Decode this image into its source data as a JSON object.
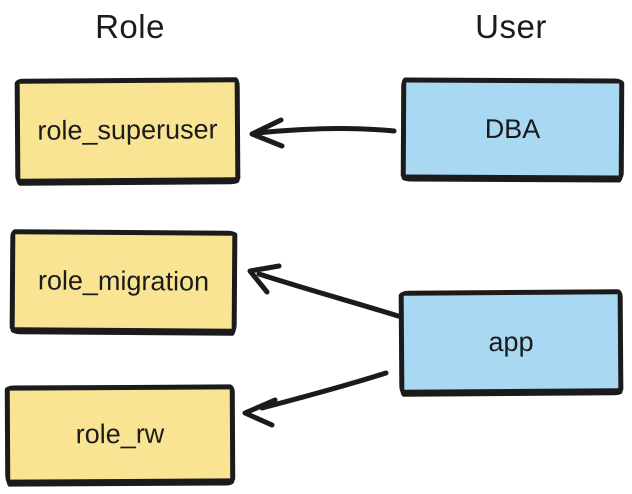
{
  "diagram": {
    "columns": {
      "left_title": "Role",
      "right_title": "User"
    },
    "roles": [
      {
        "label": "role_superuser"
      },
      {
        "label": "role_migration"
      },
      {
        "label": "role_rw"
      }
    ],
    "users": [
      {
        "label": "DBA"
      },
      {
        "label": "app"
      }
    ],
    "edges": [
      {
        "from": "DBA",
        "to": "role_superuser"
      },
      {
        "from": "app",
        "to": "role_migration"
      },
      {
        "from": "app",
        "to": "role_rw"
      }
    ],
    "colors": {
      "role_fill": "#f8e493",
      "user_fill": "#a9d8f3",
      "stroke": "#1b1b1b",
      "background": "#ffffff"
    }
  }
}
